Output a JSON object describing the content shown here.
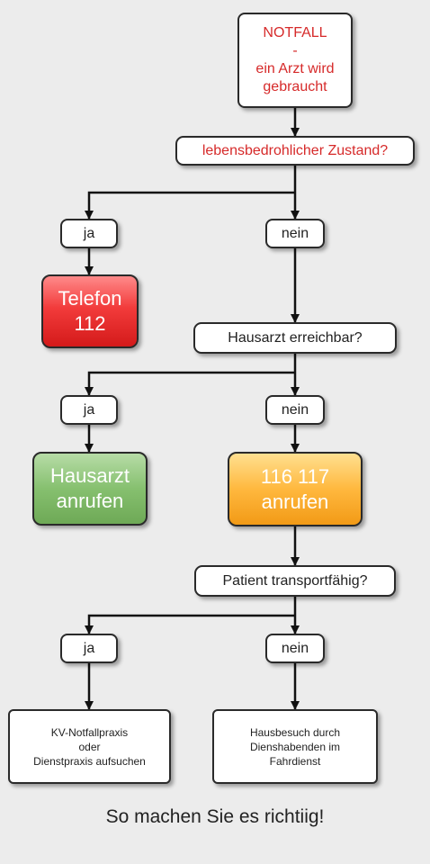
{
  "start": {
    "text": "NOTFALL\n-\nein Arzt wird\ngebraucht",
    "color": "#d62a2a"
  },
  "q1": {
    "text": "lebensbedrohlicher Zustand?",
    "color": "#d62a2a"
  },
  "q1_yes": "ja",
  "q1_no": "nein",
  "call112": {
    "text": "Telefon\n112",
    "color": "#e52a2a"
  },
  "q2": {
    "text": "Hausarzt erreichbar?"
  },
  "q2_yes": "ja",
  "q2_no": "nein",
  "call_gp": {
    "text": "Hausarzt\nanrufen",
    "color": "#86c06f"
  },
  "call116": {
    "text": "116 117\nanrufen",
    "color": "#ffb83e"
  },
  "q3": {
    "text": "Patient transportfähig?"
  },
  "q3_yes": "ja",
  "q3_no": "nein",
  "kv": {
    "text": "KV-Notfallpraxis\noder\nDienstpraxis aufsuchen"
  },
  "home_visit": {
    "text": "Hausbesuch durch\nDienshabenden im\nFahrdienst"
  },
  "footer": "So machen Sie es richtiig!"
}
